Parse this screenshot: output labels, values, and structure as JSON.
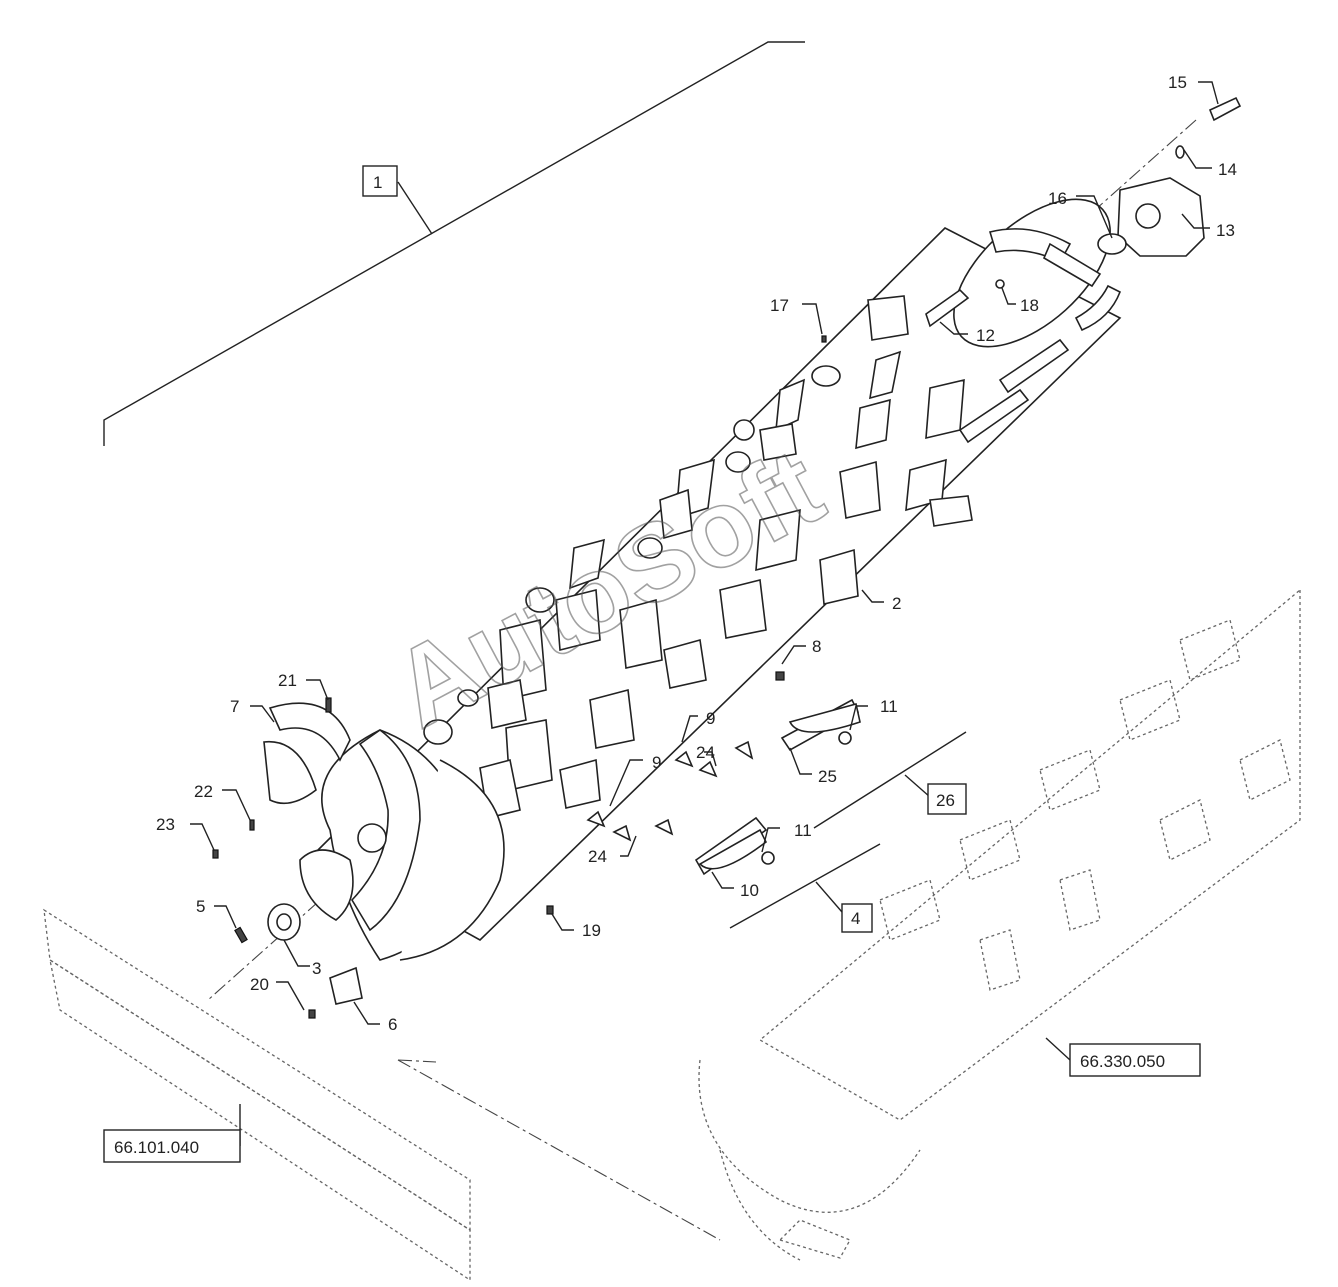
{
  "diagram": {
    "boxed_refs": {
      "assembly_1": "1",
      "kit_26": "26",
      "kit_4": "4",
      "ref_66330050": "66.330.050",
      "ref_66101040": "66.101.040"
    },
    "callouts": {
      "c15": "15",
      "c14": "14",
      "c13": "13",
      "c16": "16",
      "c17": "17",
      "c18": "18",
      "c12": "12",
      "c2": "2",
      "c8": "8",
      "c21": "21",
      "c7": "7",
      "c22": "22",
      "c23": "23",
      "c9a": "9",
      "c9b": "9",
      "c24a": "24",
      "c24b": "24",
      "c11a": "11",
      "c11b": "11",
      "c25": "25",
      "c10": "10",
      "c5": "5",
      "c3": "3",
      "c19": "19",
      "c20": "20",
      "c6": "6"
    },
    "watermark": "AutoSoft"
  }
}
